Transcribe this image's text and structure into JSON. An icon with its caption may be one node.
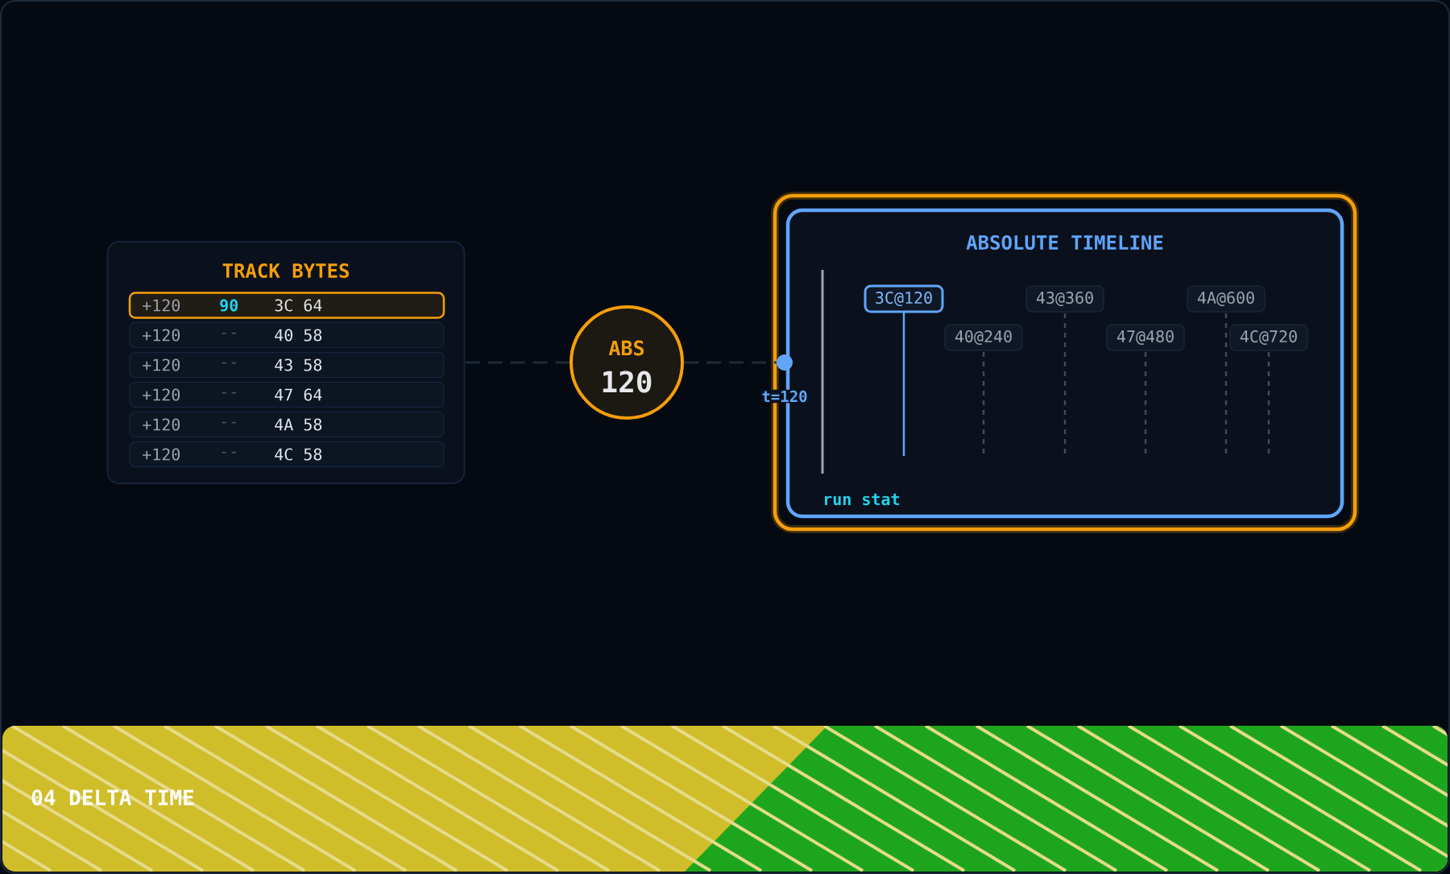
{
  "diagram": {
    "nodes": [
      {
        "text": [
          "TRACK BYTES"
        ]
      },
      {
        "text": [
          "+120",
          "90",
          "3C 64"
        ],
        "in": 0
      },
      {
        "text": [
          "+120",
          "--",
          "40 58"
        ],
        "in": 0
      },
      {
        "text": [
          "+120",
          "--",
          "43 58"
        ],
        "in": 0
      },
      {
        "text": [
          "+120",
          "--",
          "47 64"
        ],
        "in": 0
      },
      {
        "text": [
          "+120",
          "--",
          "4A 58"
        ],
        "in": 0
      },
      {
        "text": [
          "+120",
          "--",
          "4C 58"
        ],
        "in": 0
      },
      {
        "text": [
          "ABS",
          "120"
        ]
      },
      {
        "text": [
          "ABSOLUTE TIMELINE",
          "run stat"
        ]
      },
      {
        "text": [],
        "shape": "circle",
        "beside": [
          "t=120"
        ],
        "in": 8
      },
      {
        "text": [
          "3C@120"
        ],
        "in": 8
      },
      {
        "text": [
          "40@240"
        ],
        "in": 8
      },
      {
        "text": [
          "43@360"
        ],
        "in": 8
      },
      {
        "text": [
          "47@480"
        ],
        "in": 8
      },
      {
        "text": [
          "4A@600"
        ],
        "in": 8
      },
      {
        "text": [
          "4C@720"
        ],
        "in": 8
      }
    ],
    "edges": [
      {
        "from": 0,
        "to": 7,
        "arrow": "none",
        "style": "dashed"
      },
      {
        "from": 7,
        "to": 9,
        "arrow": "none",
        "style": "dashed"
      }
    ],
    "labels": [
      "04 DELTA TIME"
    ]
  }
}
